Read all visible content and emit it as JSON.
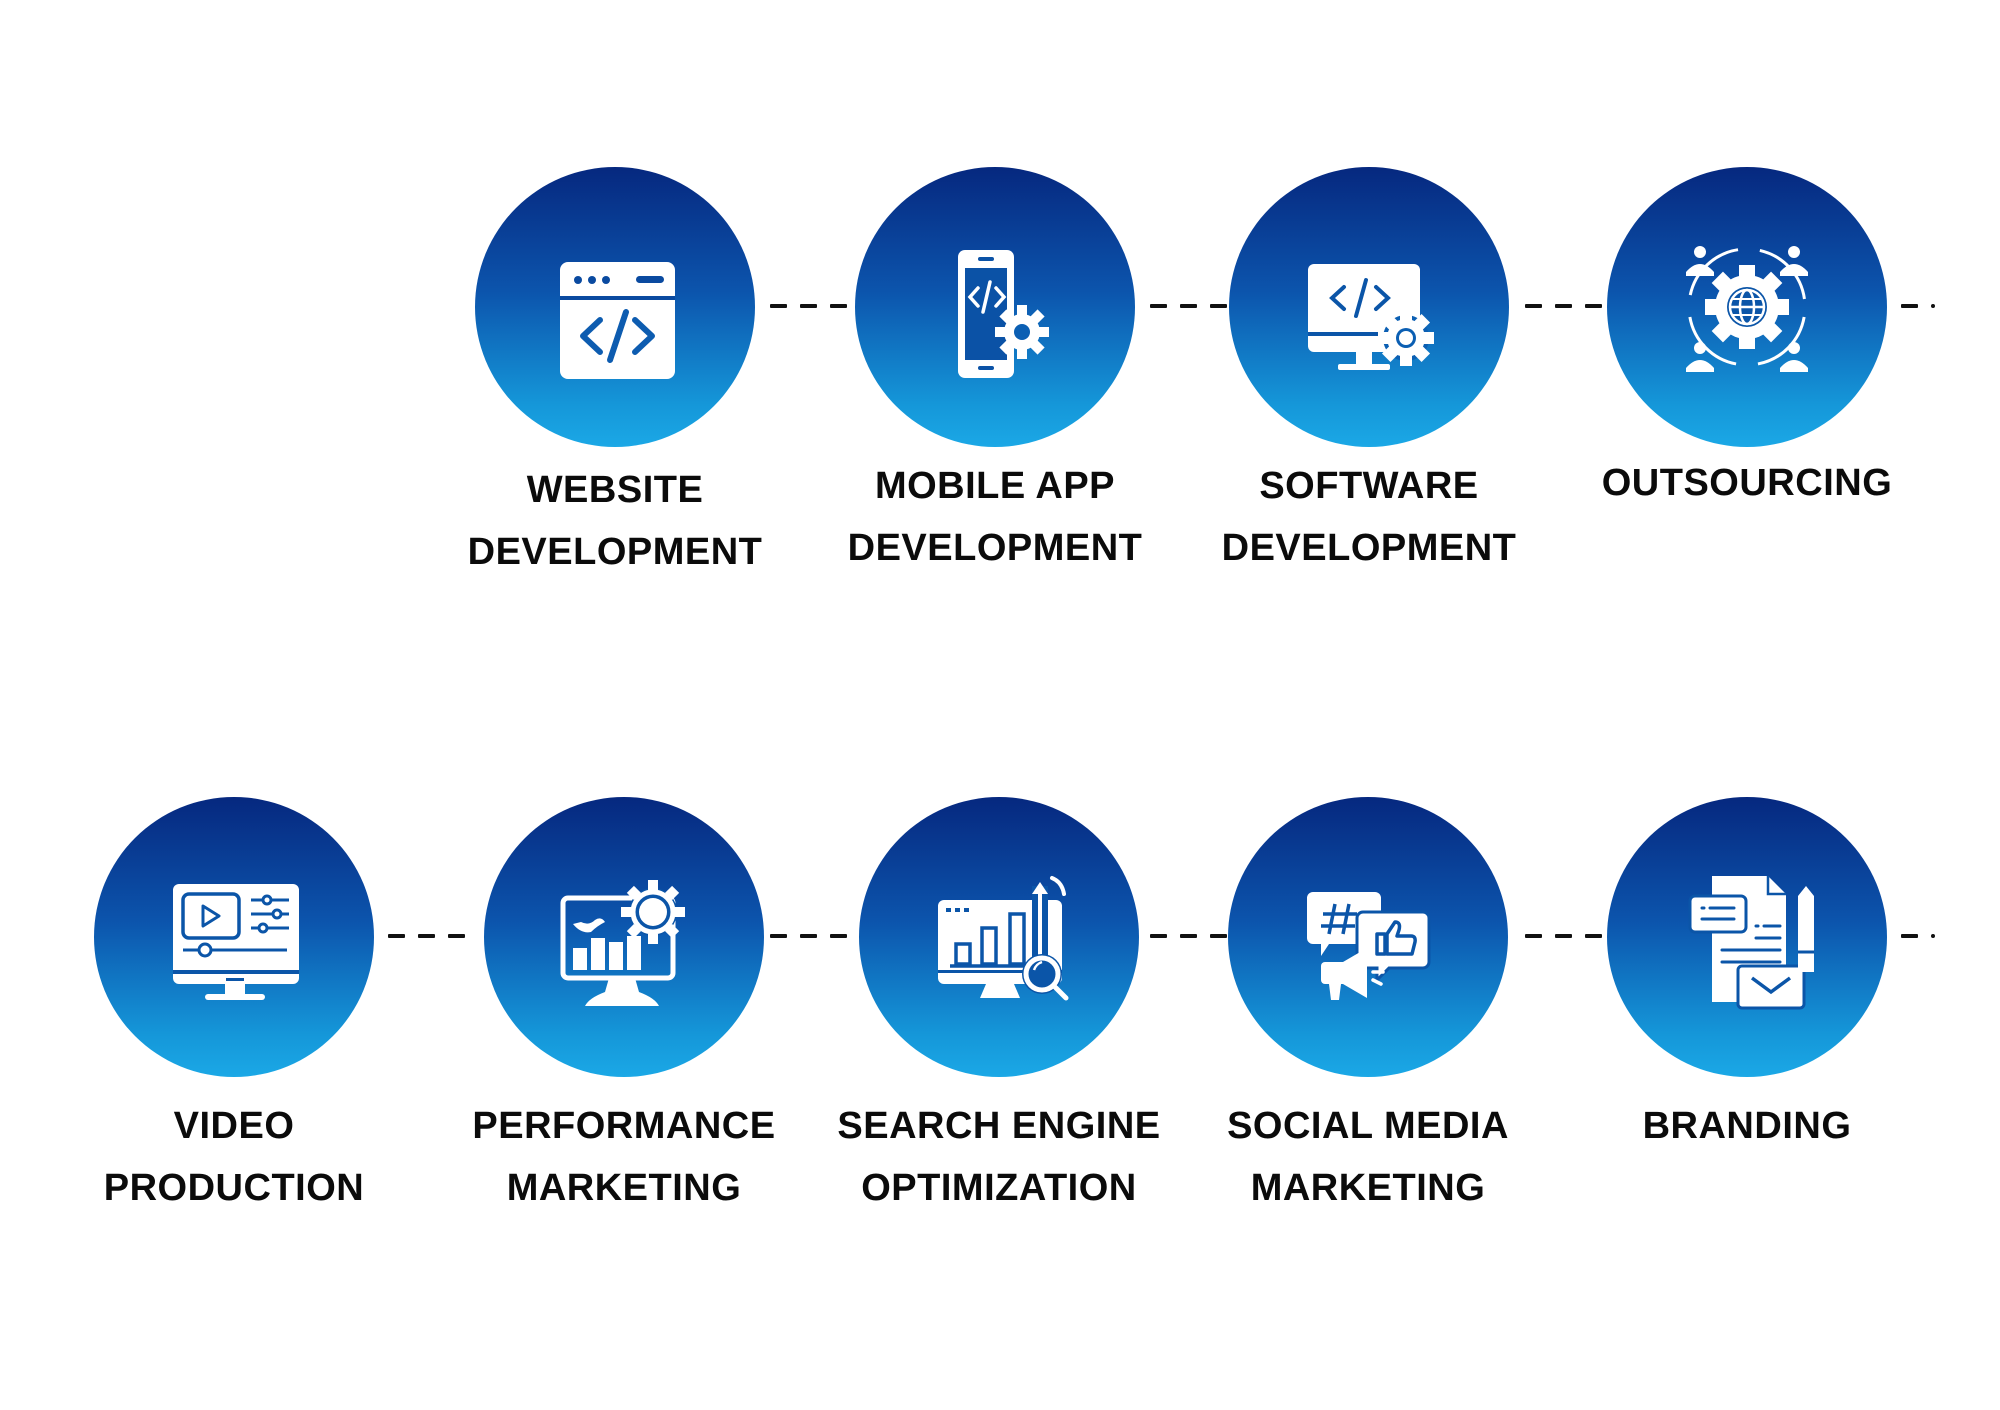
{
  "theme": {
    "circle_gradient_top": "#06287f",
    "circle_gradient_bottom": "#1ba8e6",
    "label_color": "#0b0b0b",
    "connector_color": "#111111"
  },
  "rows": [
    {
      "services": [
        {
          "id": "website",
          "icon": "browser-code-icon",
          "label_line1": "WEBSITE",
          "label_line2": "DEVELOPMENT"
        },
        {
          "id": "mobile",
          "icon": "mobile-code-gear-icon",
          "label_line1": "MOBILE APP",
          "label_line2": "DEVELOPMENT"
        },
        {
          "id": "software",
          "icon": "monitor-code-gear-icon",
          "label_line1": "SOFTWARE",
          "label_line2": "DEVELOPMENT"
        },
        {
          "id": "outsourcing",
          "icon": "people-gear-globe-icon",
          "label_line1": "OUTSOURCING",
          "label_line2": ""
        }
      ]
    },
    {
      "services": [
        {
          "id": "video",
          "icon": "monitor-video-sliders-icon",
          "label_line1": "VIDEO",
          "label_line2": "PRODUCTION"
        },
        {
          "id": "performance",
          "icon": "monitor-chart-gear-icon",
          "label_line1": "PERFORMANCE",
          "label_line2": "MARKETING"
        },
        {
          "id": "seo",
          "icon": "monitor-chart-magnifier-icon",
          "label_line1": "SEARCH ENGINE",
          "label_line2": "OPTIMIZATION"
        },
        {
          "id": "social",
          "icon": "hashtag-like-megaphone-icon",
          "label_line1": "SOCIAL MEDIA",
          "label_line2": "MARKETING"
        },
        {
          "id": "branding",
          "icon": "document-envelope-pencil-icon",
          "label_line1": "BRANDING",
          "label_line2": ""
        }
      ]
    }
  ]
}
